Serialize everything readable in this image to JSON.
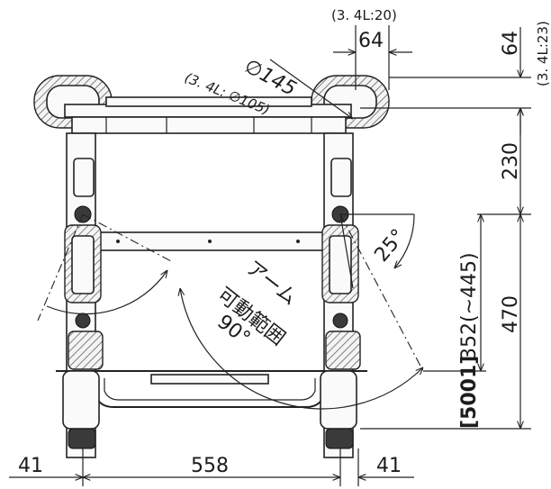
{
  "dimensions": {
    "top_offset_note": "(3. 4L:20)",
    "top_offset": "64",
    "right_top": "64",
    "right_top_note": "(3. 4L:23)",
    "wheel_diameter": "∅145",
    "wheel_diameter_note": "(3. 4L: ∅105)",
    "height_upper": "230",
    "height_adjust": "352(∼445)",
    "height_total": "470",
    "height_min": "[5001]",
    "bottom_left": "41",
    "bottom_width": "558",
    "bottom_right": "41",
    "arm_angle": "25°",
    "arm_range_label_1": "アーム",
    "arm_range_label_2": "可動範囲",
    "arm_range_angle": "90°"
  }
}
